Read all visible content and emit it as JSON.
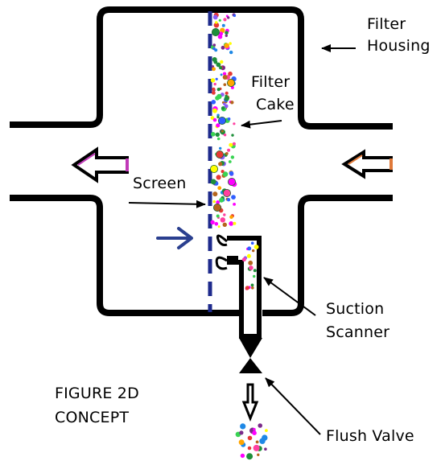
{
  "labels": {
    "filter_housing": [
      "Filter",
      "Housing"
    ],
    "filter_cake": [
      "Filter",
      "Cake"
    ],
    "screen": "Screen",
    "suction_scanner": [
      "Suction",
      "Scanner"
    ],
    "flush_valve": "Flush Valve",
    "figure": [
      "FIGURE 2D",
      "CONCEPT"
    ]
  },
  "colors": {
    "outline": "#000000",
    "screen_dash": "#1e2a8c",
    "outlet_arrow": "#c03ab8",
    "inlet_arrow": "#e07a3a",
    "suction_flow_arrow": "#2a3f8f"
  },
  "particle_colors": [
    "#ffff00",
    "#1d8f3a",
    "#ff00ff",
    "#7a2a8a",
    "#ff3fa0",
    "#1e88e5",
    "#ffa500",
    "#2f5fff",
    "#39d353",
    "#b5651d",
    "#8b5cf6",
    "#e53935"
  ]
}
